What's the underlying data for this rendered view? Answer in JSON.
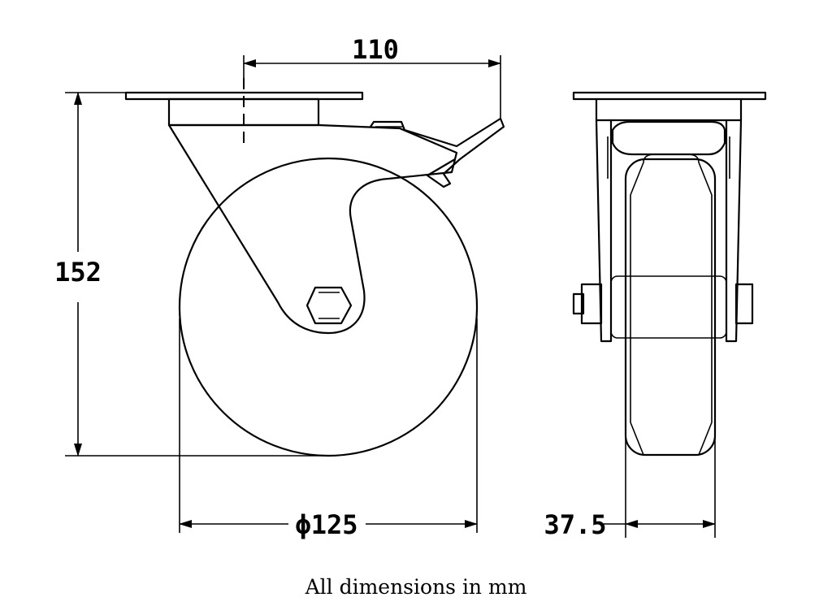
{
  "dimensions": {
    "width_top": "110",
    "height": "152",
    "wheel_diameter": "ϕ125",
    "wheel_width": "37.5"
  },
  "footnote": "All dimensions in mm",
  "colors": {
    "line": "#000000",
    "background": "#ffffff"
  }
}
